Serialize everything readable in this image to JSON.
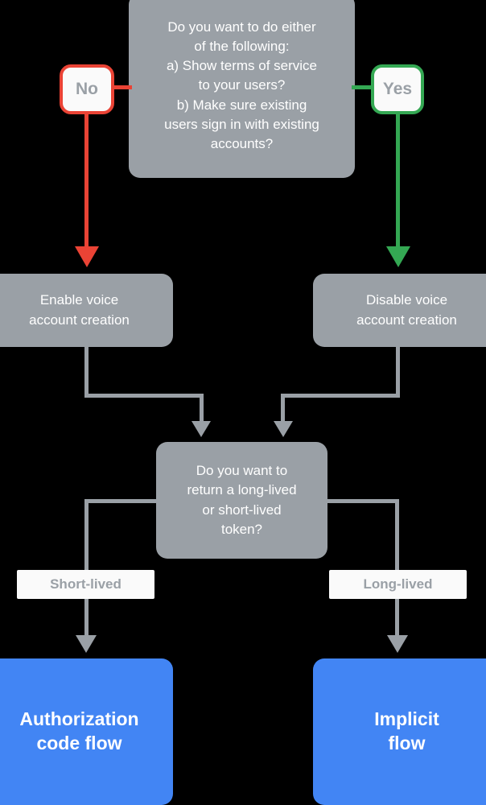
{
  "diagram": {
    "title": "Account linking flow decision chart",
    "background_color": "#000000",
    "colors": {
      "gray": "#9aa0a6",
      "blue": "#4285f4",
      "red": "#ea4335",
      "green": "#34a853",
      "chip_background": "#fafafa",
      "node_text": "#ffffff"
    },
    "nodes": {
      "question_one": "Do you want to do either\nof the following:\na) Show terms of service\nto your users?\nb) Make sure existing\nusers sign in with existing\naccounts?",
      "answer_no": "No",
      "answer_yes": "Yes",
      "enable_voice": "Enable voice\naccount creation",
      "disable_voice": "Disable voice\naccount creation",
      "question_two": "Do you want to\nreturn a long-lived\nor short-lived\ntoken?",
      "label_short_lived": "Short-lived",
      "label_long_lived": "Long-lived",
      "result_authorization": "Authorization\ncode flow",
      "result_implicit": "Implicit\nflow"
    }
  }
}
